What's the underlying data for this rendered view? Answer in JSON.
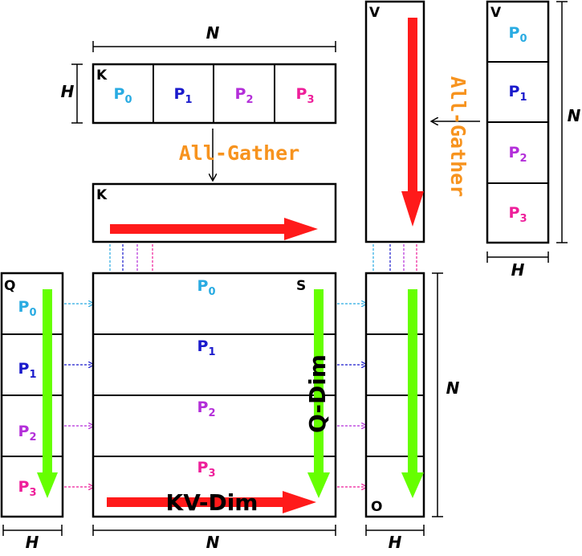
{
  "labels": {
    "N": "N",
    "H": "H",
    "K": "K",
    "V": "V",
    "Q": "Q",
    "S": "S",
    "O": "O",
    "P": "P",
    "all_gather": "All-Gather",
    "q_dim": "Q-Dim",
    "kv_dim": "KV-Dim"
  },
  "partitions": [
    "0",
    "1",
    "2",
    "3"
  ],
  "colors": {
    "p0": "#29abe2",
    "p1": "#1a1acc",
    "p2": "#b32ed9",
    "p3": "#ee1f9a",
    "all_gather": "#f7931e",
    "red_arrow": "#ff1a1a",
    "green_arrow": "#66ff00",
    "border": "#000000"
  }
}
